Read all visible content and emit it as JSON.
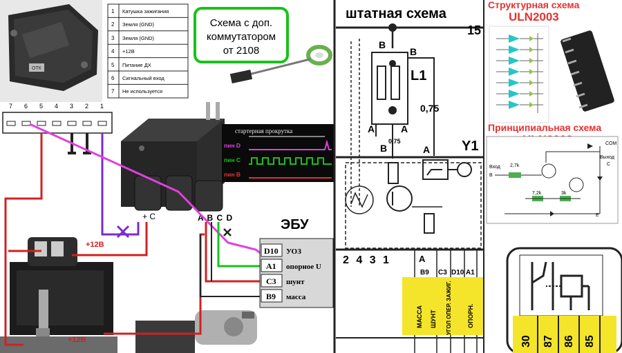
{
  "pin_table": [
    {
      "num": "1",
      "label": "Катушка зажигания"
    },
    {
      "num": "2",
      "label": "Земля (GND)"
    },
    {
      "num": "3",
      "label": "Земля (GND)"
    },
    {
      "num": "4",
      "label": "+12В"
    },
    {
      "num": "5",
      "label": "Питание ДХ"
    },
    {
      "num": "6",
      "label": "Сигнальный вход"
    },
    {
      "num": "7",
      "label": "Не используется"
    }
  ],
  "callout": {
    "line1": "Схема с доп.",
    "line2": "коммутатором",
    "line3": "от 2108"
  },
  "connector_numbers": [
    "7",
    "6",
    "5",
    "4",
    "3",
    "2",
    "1"
  ],
  "scope": {
    "title": "стартерная прокрутка",
    "trace_d": "пин D",
    "trace_c": "пин C",
    "trace_b": "пин B"
  },
  "module_pins": "A B C D",
  "pin_plus_c": "+ C",
  "label_12v_a": "+12В",
  "label_12v_b": "+12В",
  "ecu": {
    "title": "ЭБУ",
    "rows": [
      {
        "pin": "D10",
        "label": "УОЗ"
      },
      {
        "pin": "A1",
        "label": "опорное U"
      },
      {
        "pin": "C3",
        "label": "шунт"
      },
      {
        "pin": "B9",
        "label": "масса"
      }
    ]
  },
  "stock": {
    "title": "штатная схема",
    "num_15": "15",
    "b1": "B",
    "b2": "B",
    "l1": "L1",
    "val_075a": "0,75",
    "a1": "A",
    "a2": "A",
    "b3": "B",
    "val_075b": "0,75",
    "y1": "Y1",
    "a3": "A",
    "bottom_nums": "2 4 3 1",
    "bottom_pins": [
      "A",
      "B9",
      "C3",
      "D10",
      "A1"
    ],
    "yellow_labels": [
      "МАССА",
      "ШУНТ",
      "УГОЛ ОПЕР. ЗАЖИГ.",
      "ОПОРН."
    ]
  },
  "uln_struct": {
    "title1": "Структурная схема",
    "title2": "ULN2003"
  },
  "uln_principal": {
    "title1": "Принципиальная схема",
    "title2": "ULN2003",
    "com": "COM",
    "out": "Выход",
    "out_c": "C",
    "in_label": "Вход",
    "in_b": "B",
    "e": "E",
    "r1": "2,7k",
    "r2": "7,2k",
    "r3": "3k"
  },
  "relay": {
    "pins": [
      "30",
      "87",
      "86",
      "85"
    ]
  },
  "colors": {
    "red": "#d22020",
    "magenta": "#e040e0",
    "purple": "#7a2bd0",
    "green": "#19c21a",
    "yellow": "#f5e52a",
    "cyan": "#27c6c6"
  }
}
